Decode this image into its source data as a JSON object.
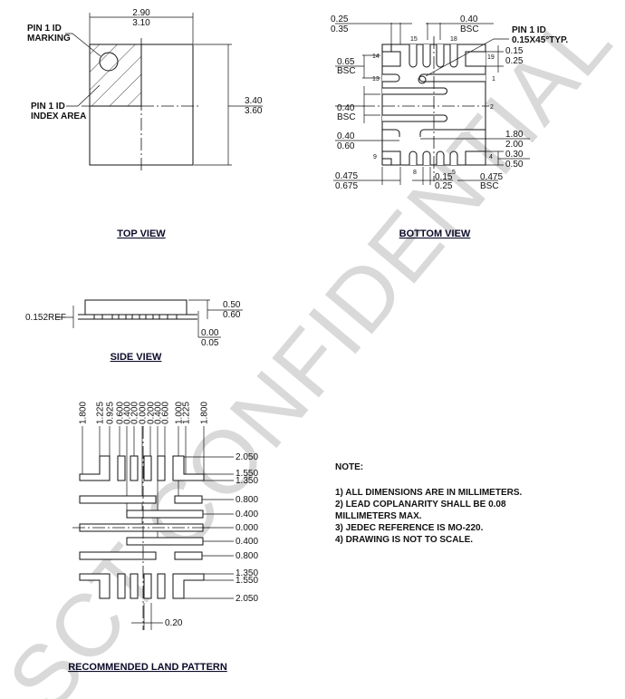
{
  "watermark": "SCT CONFIDENTIAL",
  "top_view": {
    "title": "TOP VIEW",
    "width_min": "2.90",
    "width_max": "3.10",
    "height_min": "3.40",
    "height_max": "3.60",
    "pin1_marking_line1": "PIN 1 ID",
    "pin1_marking_line2": "MARKING",
    "pin1_area_line1": "PIN 1 ID",
    "pin1_area_line2": "INDEX AREA"
  },
  "bottom_view": {
    "title": "BOTTOM VIEW",
    "dims": {
      "pad_w_min": "0.25",
      "pad_w_max": "0.35",
      "pitch_top": "0.40",
      "pitch_top_note": "BSC",
      "pin1_line1": "PIN 1 ID",
      "pin1_line2": "0.15X45°TYP.",
      "d015": "0.15",
      "d025": "0.25",
      "d065": "0.65",
      "d065_note": "BSC",
      "d040": "0.40",
      "d040_note": "BSC",
      "d040b": "0.40",
      "d060": "0.60",
      "d180": "1.80",
      "d200": "2.00",
      "d030": "0.30",
      "d050": "0.50",
      "d0475": "0.475",
      "d0675": "0.675",
      "d015b": "0.15",
      "d025b": "0.25",
      "d0475r": "0.475",
      "d0475r_note": "BSC"
    },
    "pins": {
      "p15": "15",
      "p18": "18",
      "p14": "14",
      "p13": "13",
      "p1": "1",
      "p19": "19",
      "p2": "2",
      "p9": "9",
      "p4": "4",
      "p8": "8",
      "p5": "5"
    }
  },
  "side_view": {
    "title": "SIDE VIEW",
    "ref": "0.152REF",
    "h_min": "0.50",
    "h_max": "0.60",
    "s_min": "0.00",
    "s_max": "0.05"
  },
  "land_pattern": {
    "title": "RECOMMENDED LAND PATTERN",
    "x_labels": [
      "1.800",
      "1.225",
      "0.925",
      "0.600",
      "0.400",
      "0.200",
      "0.000",
      "0.200",
      "0.400",
      "0.600",
      "1.000",
      "1.225",
      "1.800"
    ],
    "y_labels": [
      "2.050",
      "1.550",
      "1.350",
      "0.800",
      "0.400",
      "0.000",
      "0.400",
      "0.800",
      "1.350",
      "1.550",
      "2.050"
    ],
    "pitch": "0.20"
  },
  "notes": {
    "heading": "NOTE:",
    "items": [
      "1) ALL DIMENSIONS ARE IN MILLIMETERS.",
      "2) LEAD COPLANARITY SHALL BE 0.08",
      "MILLIMETERS MAX.",
      "3) JEDEC REFERENCE IS MO-220.",
      "4) DRAWING IS NOT TO SCALE."
    ]
  }
}
